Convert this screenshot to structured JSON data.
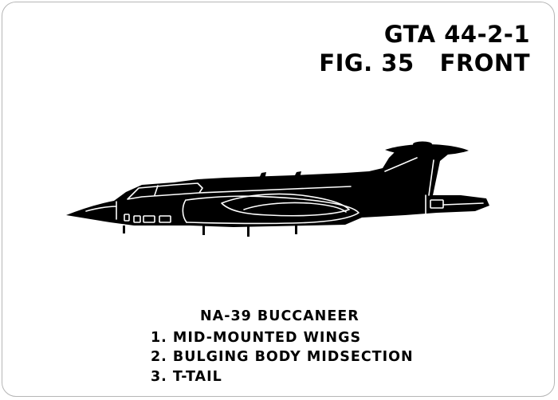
{
  "header": {
    "gta_label": "GTA 44-2-1",
    "figure_number": "FIG. 35",
    "view_label": "FRONT"
  },
  "aircraft": {
    "designation": "NA-39 BUCCANEER",
    "features": [
      "1. MID-MOUNTED WINGS",
      "2. BULGING BODY MIDSECTION",
      "3. T-TAIL"
    ]
  },
  "colors": {
    "silhouette": "#000000",
    "outline": "#ffffff",
    "card_border": "#b5b5b5"
  }
}
